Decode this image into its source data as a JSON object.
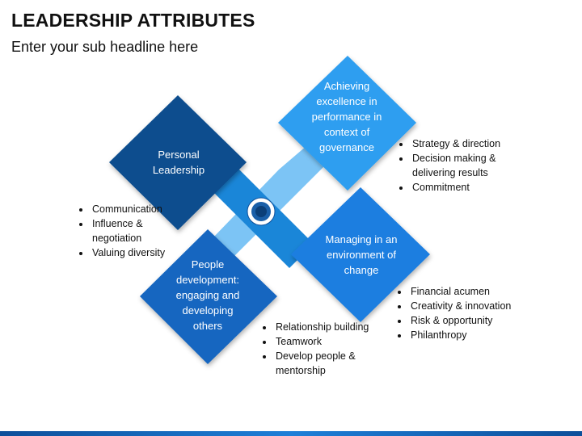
{
  "header": {
    "title": "LEADERSHIP ATTRIBUTES",
    "subtitle": "Enter your sub headline here"
  },
  "diamonds": [
    {
      "id": "personal-leadership",
      "label": "Personal Leadership",
      "color": "#0b4d8e"
    },
    {
      "id": "achieving-excellence",
      "label": "Achieving excellence in performance in context of governance",
      "color": "#2d9ef0"
    },
    {
      "id": "managing-change",
      "label": "Managing in an environment of change",
      "color": "#1b7ee0"
    },
    {
      "id": "people-development",
      "label": "People development: engaging and developing others",
      "color": "#1466c0"
    }
  ],
  "bullet_groups": {
    "left": [
      "Communication",
      "Influence & negotiation",
      "Valuing diversity"
    ],
    "top_right": [
      "Strategy & direction",
      "Decision making & delivering results",
      "Commitment"
    ],
    "bottom_right": [
      "Financial acumen",
      "Creativity & innovation",
      "Risk & opportunity",
      "Philanthropy"
    ],
    "bottom_center": [
      "Relationship building",
      "Teamwork",
      "Develop people & mentorship"
    ]
  },
  "colors": {
    "connector_dark": "#1a86d8",
    "connector_light": "#7cc4f5",
    "hub": "#0b3f78"
  }
}
